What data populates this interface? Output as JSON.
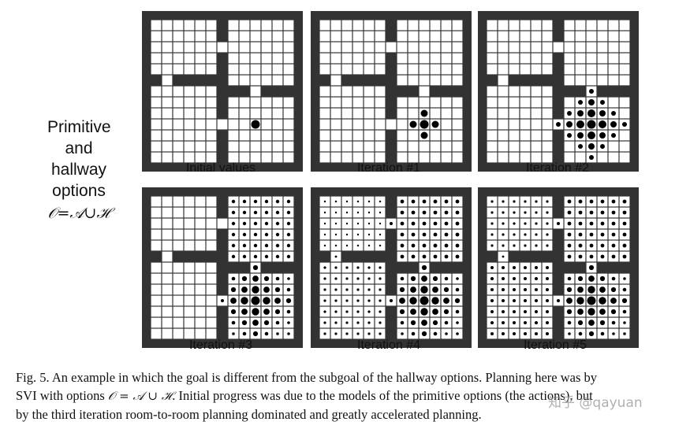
{
  "side_label": {
    "lines": [
      "Primitive",
      "and",
      "hallway",
      "options"
    ],
    "formula": "𝒪=𝒜∪ℋ"
  },
  "panels": [
    {
      "label": "Initial values",
      "iteration": 0
    },
    {
      "label": "Iteration #1",
      "iteration": 1
    },
    {
      "label": "Iteration #2",
      "iteration": 2
    },
    {
      "label": "Iteration #3",
      "iteration": 3
    },
    {
      "label": "Iteration #4",
      "iteration": 4
    },
    {
      "label": "Iteration #5",
      "iteration": 5
    }
  ],
  "caption": {
    "line1": "Fig. 5. An example in which the goal is different from the subgoal of the hallway options. Planning here was by",
    "line2_pre": "SVI with options ",
    "line2_formula": "𝒪 = 𝒜 ∪ ℋ",
    "line2_post": ". Initial progress was due to the models of the primitive options (the actions), but",
    "line3": "by the third iteration room-to-room planning dominated and greatly accelerated planning."
  },
  "watermark": "知乎 @qayuan",
  "colors": {
    "wall": "#333333",
    "cell": "#ffffff",
    "dot": "#000000"
  }
}
